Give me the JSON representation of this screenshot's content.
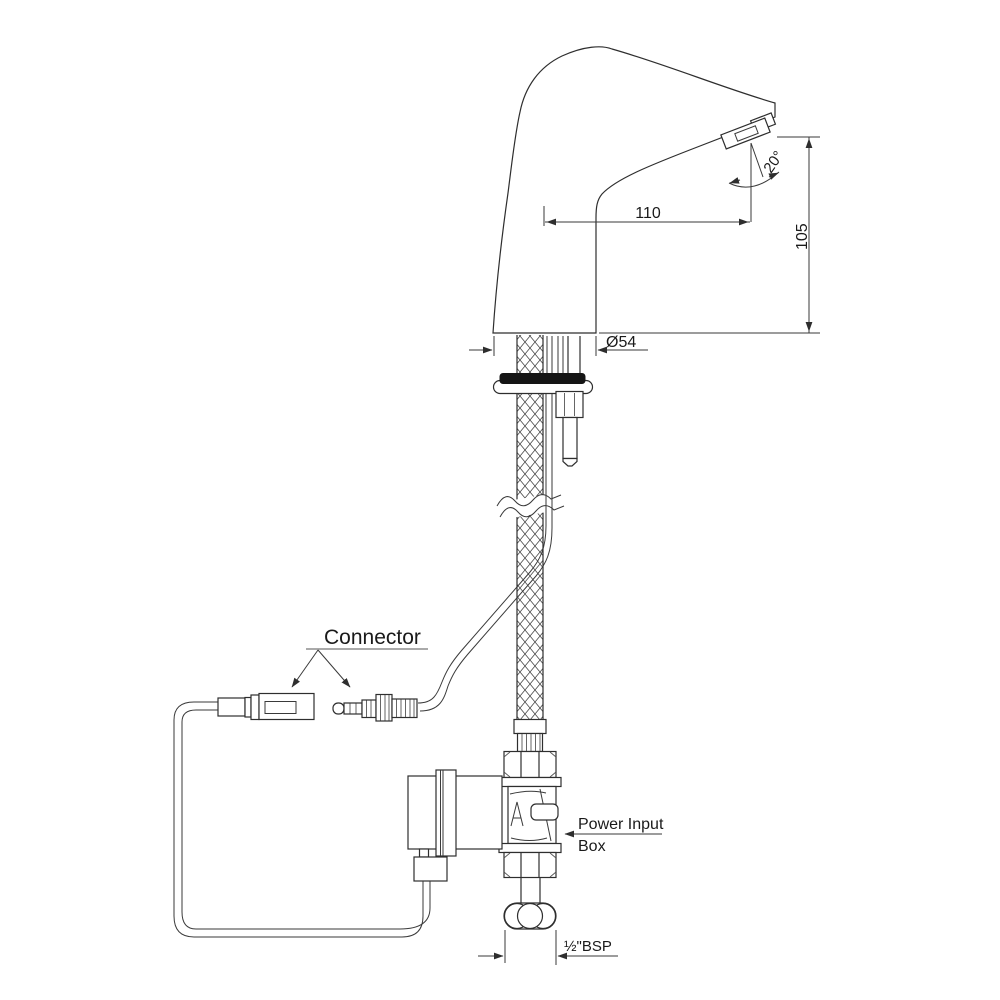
{
  "drawing": {
    "labels": {
      "connector": "Connector",
      "power_input_line1": "Power Input",
      "power_input_line2": "Box"
    },
    "dimensions": {
      "spout_reach_mm": "110",
      "outlet_height_mm": "105",
      "base_diameter": "Ø54",
      "outlet_angle": "20°",
      "inlet_thread": "½\"BSP"
    },
    "colors": {
      "line": "#2e2e2e",
      "text": "#1a1a1a",
      "gasket": "#151515",
      "background": "#ffffff"
    }
  }
}
